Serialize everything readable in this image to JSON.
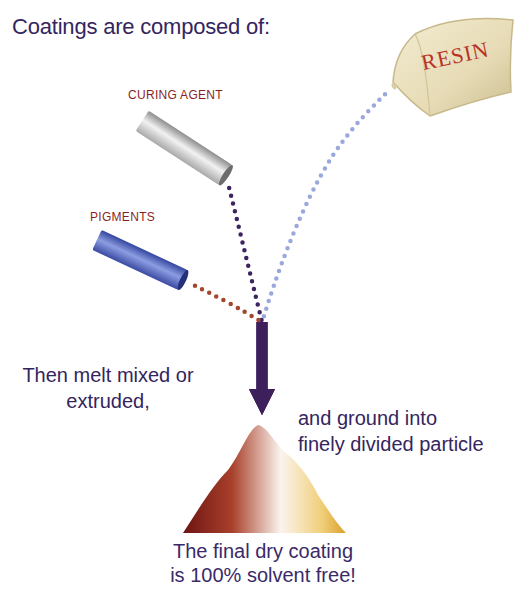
{
  "diagram": {
    "title": "Coatings are composed of:",
    "nodes": [
      {
        "text": [
          "RESIN"
        ]
      },
      {
        "text": [
          "CURING AGENT"
        ]
      },
      {
        "text": [
          "PIGMENTS"
        ]
      },
      {
        "text": [
          "The final dry coating is 100% solvent free!"
        ]
      }
    ],
    "edges": [
      {
        "from": 0,
        "to": 3,
        "arrow": "to"
      },
      {
        "from": 1,
        "to": 3,
        "arrow": "to"
      },
      {
        "from": 2,
        "to": 3,
        "arrow": "to"
      }
    ],
    "labels": [
      "Then melt mixed or extruded,",
      "and ground into finely divided particle"
    ]
  }
}
